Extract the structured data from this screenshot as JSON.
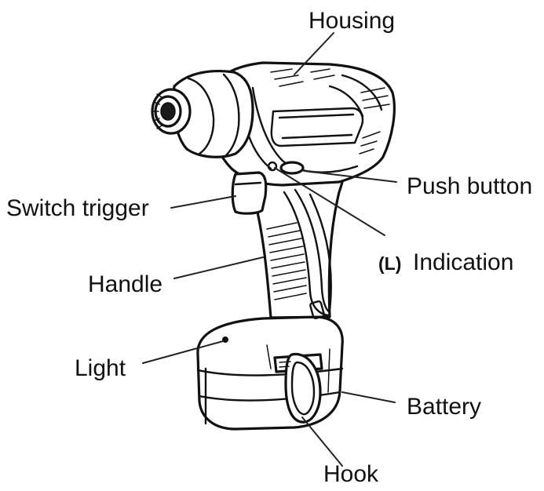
{
  "labels": {
    "housing": "Housing",
    "push_button": "Push button",
    "switch_trigger": "Switch trigger",
    "indication": "Indication",
    "indication_symbol": "(L)",
    "handle": "Handle",
    "light": "Light",
    "battery": "Battery",
    "hook": "Hook"
  }
}
